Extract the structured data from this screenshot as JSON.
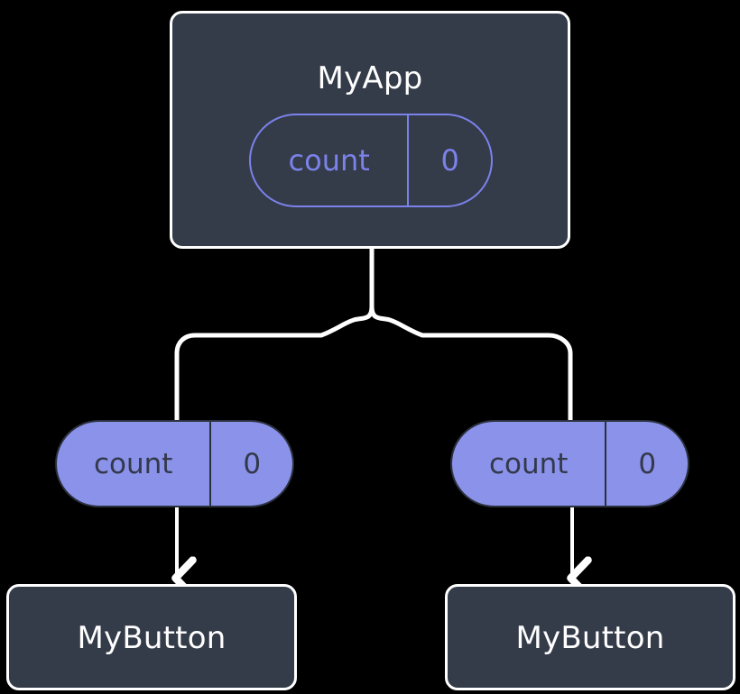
{
  "diagram": {
    "title": "MyApp component tree with count state passed to MyButton children",
    "background_color": "#000000",
    "colors": {
      "component_fill": "#343b49",
      "component_border": "#ffffff",
      "component_label": "#ffffff",
      "state_accent": "#7b82ea",
      "prop_pill_fill": "#8b92ea",
      "prop_pill_text": "#33394a",
      "connector": "#ffffff"
    }
  },
  "root": {
    "name": "root-component",
    "label": "MyApp",
    "state": {
      "key": "count",
      "value": "0"
    }
  },
  "children": [
    {
      "name": "child-left",
      "label": "MyButton",
      "prop": {
        "key": "count",
        "value": "0"
      }
    },
    {
      "name": "child-right",
      "label": "MyButton",
      "prop": {
        "key": "count",
        "value": "0"
      }
    }
  ],
  "connectors": {
    "fork_label": "props-fork",
    "left_arrow_label": "props-arrow-left",
    "right_arrow_label": "props-arrow-right"
  }
}
